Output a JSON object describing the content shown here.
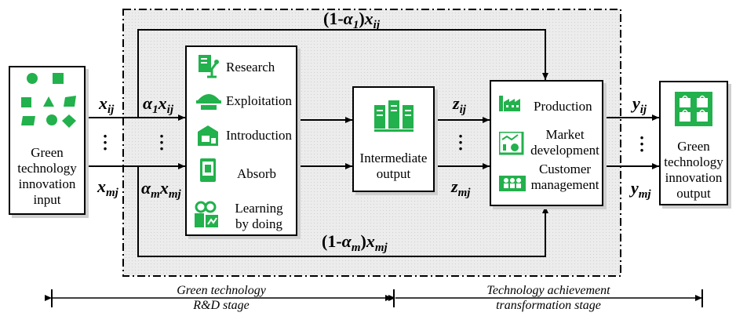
{
  "input_box": {
    "label": "Green technology innovation input",
    "lines": [
      "Green",
      "technology",
      "innovation",
      "input"
    ]
  },
  "rd_box": {
    "items": [
      {
        "label": "Research",
        "icon": "research-icon"
      },
      {
        "label": "Exploitation",
        "icon": "exploitation-icon"
      },
      {
        "label": "Introduction",
        "icon": "introduction-icon"
      },
      {
        "label": "Absorb",
        "icon": "absorb-icon"
      },
      {
        "label": "Learning by doing",
        "lines": [
          "Learning",
          "by doing"
        ],
        "icon": "learning-icon"
      }
    ]
  },
  "intermediate_box": {
    "label": "Intermediate output",
    "lines": [
      "Intermediate",
      "output"
    ],
    "icon": "server-icon"
  },
  "transform_box": {
    "items": [
      {
        "label": "Production",
        "icon": "factory-icon"
      },
      {
        "label": "Market development",
        "lines": [
          "Market",
          "development"
        ],
        "icon": "chart-icon"
      },
      {
        "label": "Customer management",
        "lines": [
          "Customer",
          "management"
        ],
        "icon": "customers-icon"
      }
    ]
  },
  "output_box": {
    "label": "Green technology innovation output",
    "lines": [
      "Green",
      "technology",
      "innovation",
      "output"
    ],
    "icon": "shopping-bags-icon"
  },
  "formulas": {
    "x_ij": "x_ij",
    "x_mj": "x_mj",
    "alpha1_xij": "α_1x_ij",
    "alpham_xmj": "α_mx_mj",
    "top_bypass": "(1-α_1)x_ij",
    "bottom_bypass": "(1-α_m)x_mj",
    "z_ij": "z_ij",
    "z_mj": "z_mj",
    "y_ij": "y_ij",
    "y_mj": "y_mj"
  },
  "stages": {
    "rd": {
      "lines": [
        "Green technology",
        "R&D stage"
      ]
    },
    "transformation": {
      "lines": [
        "Technology achievement",
        "transformation stage"
      ]
    }
  },
  "colors": {
    "icon_green": "#22b14c",
    "dashed_region_fill": "#ececec",
    "line": "#000000"
  }
}
